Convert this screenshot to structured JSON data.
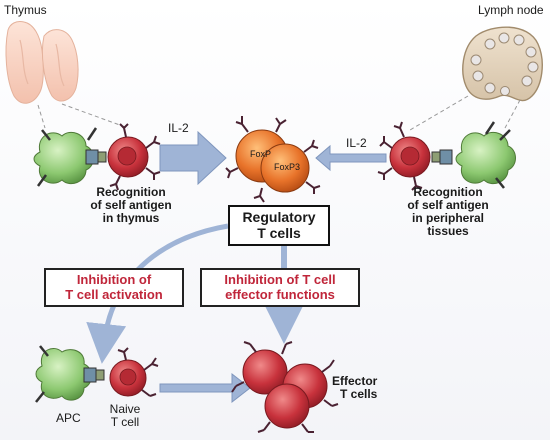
{
  "labels": {
    "thymus": "Thymus",
    "lymph_node": "Lymph node",
    "il2_left": "IL-2",
    "il2_right": "IL-2",
    "foxp3_a": "FoxP",
    "foxp3_b": "FoxP3",
    "recognition_thymus": [
      "Recognition",
      "of self antigen",
      "in thymus"
    ],
    "recognition_peripheral": [
      "Recognition",
      "of self antigen",
      "in peripheral",
      "tissues"
    ],
    "regulatory": [
      "Regulatory",
      "T cells"
    ],
    "inhibition_activation": [
      "Inhibition of",
      "T cell activation"
    ],
    "inhibition_effector": [
      "Inhibition of T cell",
      "effector functions"
    ],
    "apc": "APC",
    "naive": [
      "Naive",
      "T cell"
    ],
    "effector": [
      "Effector",
      "T cells"
    ]
  },
  "colors": {
    "arrow": "#9fb4d6",
    "cell_red": "#c8323c",
    "cell_orange": "#e8732a",
    "apc_green": "#8cc870",
    "label_red": "#c0263a"
  }
}
